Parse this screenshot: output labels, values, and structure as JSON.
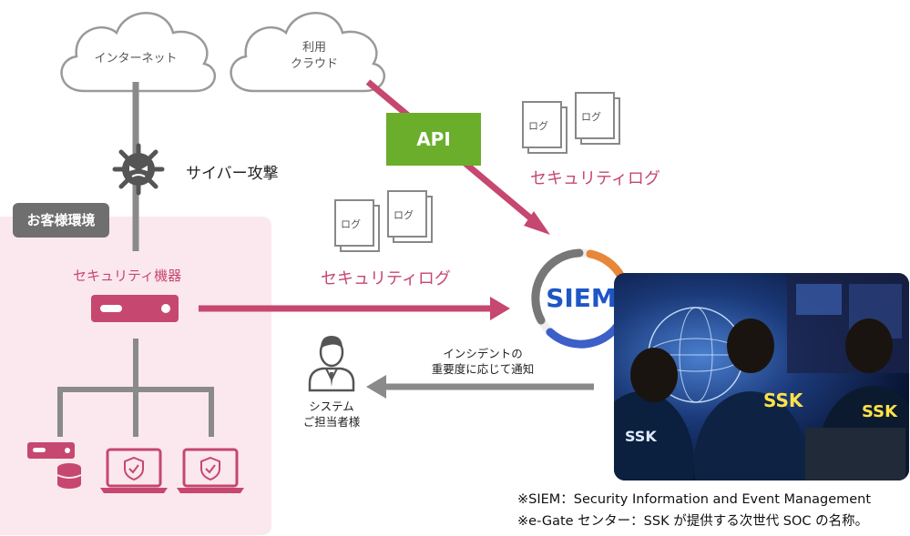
{
  "clouds": {
    "internet": "インターネット",
    "cloud_line1": "利用",
    "cloud_line2": "クラウド"
  },
  "attack": {
    "label": "サイバー攻撃",
    "icon": "virus-icon"
  },
  "customer": {
    "tag": "お客様環境",
    "device_label": "セキュリティ機器"
  },
  "api": {
    "label": "API"
  },
  "logs": {
    "doc_label": "ログ",
    "upper_label": "セキュリティログ",
    "lower_label": "セキュリティログ"
  },
  "siem": {
    "label": "SIEM"
  },
  "notify": {
    "line1": "インシデントの",
    "line2": "重要度に応じて通知"
  },
  "person": {
    "line1": "システム",
    "line2": "ご担当者様"
  },
  "photo": {
    "badge_text": "SSK"
  },
  "footnotes": {
    "line1": "※SIEM：Security Information and Event Management",
    "line2": "※e-Gate センター：SSK が提供する次世代 SOC の名称。"
  },
  "colors": {
    "pink": "#c6476f",
    "pink_bg": "#fbe8ee",
    "gray": "#8a8a8a",
    "green": "#6aae2c",
    "siem_blue": "#1e56c6",
    "ring_orange": "#e8873a",
    "ring_blue": "#3c5fc8",
    "ring_gray": "#777777"
  }
}
